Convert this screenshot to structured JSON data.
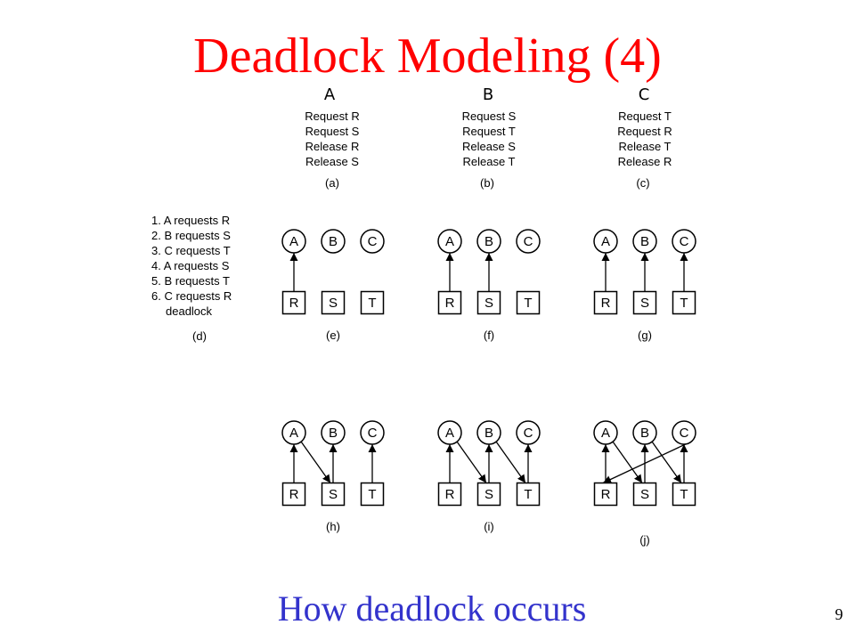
{
  "title": "Deadlock Modeling (4)",
  "subtitle": "How deadlock occurs",
  "page_number": "9",
  "colors": {
    "title": "#ff0000",
    "subtitle": "#3333cc",
    "ink": "#000000"
  },
  "process_columns": [
    {
      "label": "A",
      "panel": "(a)",
      "steps": [
        "Request R",
        "Request S",
        "Release R",
        "Release S"
      ]
    },
    {
      "label": "B",
      "panel": "(b)",
      "steps": [
        "Request S",
        "Request T",
        "Release S",
        "Release T"
      ]
    },
    {
      "label": "C",
      "panel": "(c)",
      "steps": [
        "Request T",
        "Request R",
        "Release T",
        "Release R"
      ]
    }
  ],
  "sequence": {
    "panel": "(d)",
    "lines": [
      "1. A requests R",
      "2. B requests S",
      "3. C requests T",
      "4. A requests S",
      "5. B requests T",
      "6. C requests R",
      "deadlock"
    ]
  },
  "graphs": [
    {
      "panel": "(e)",
      "processes": [
        "A",
        "B",
        "C"
      ],
      "resources": [
        "R",
        "S",
        "T"
      ],
      "edges": [
        "R-A"
      ]
    },
    {
      "panel": "(f)",
      "processes": [
        "A",
        "B",
        "C"
      ],
      "resources": [
        "R",
        "S",
        "T"
      ],
      "edges": [
        "R-A",
        "S-B"
      ]
    },
    {
      "panel": "(g)",
      "processes": [
        "A",
        "B",
        "C"
      ],
      "resources": [
        "R",
        "S",
        "T"
      ],
      "edges": [
        "R-A",
        "S-B",
        "T-C"
      ]
    },
    {
      "panel": "(h)",
      "processes": [
        "A",
        "B",
        "C"
      ],
      "resources": [
        "R",
        "S",
        "T"
      ],
      "edges": [
        "R-A",
        "S-B",
        "T-C",
        "A-S"
      ]
    },
    {
      "panel": "(i)",
      "processes": [
        "A",
        "B",
        "C"
      ],
      "resources": [
        "R",
        "S",
        "T"
      ],
      "edges": [
        "R-A",
        "S-B",
        "T-C",
        "A-S",
        "B-T"
      ]
    },
    {
      "panel": "(j)",
      "processes": [
        "A",
        "B",
        "C"
      ],
      "resources": [
        "R",
        "S",
        "T"
      ],
      "edges": [
        "R-A",
        "S-B",
        "T-C",
        "A-S",
        "B-T",
        "C-R"
      ]
    }
  ]
}
